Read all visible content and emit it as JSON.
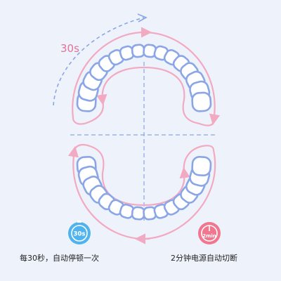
{
  "colors": {
    "background": "#eef3fb",
    "tooth_fill": "#ffffff",
    "tooth_stroke": "#8aa6e6",
    "brush_path": "#f2a9c2",
    "guide_line": "#8aa6e6",
    "timer_text": "#e0729a",
    "timer_icon": "#4fb4ee",
    "shutoff_icon": "#f0778f"
  },
  "diagram": {
    "quadrant_time_text": "30s",
    "teeth_per_quadrant": 8
  },
  "features": {
    "timer": {
      "icon": "stopwatch-icon",
      "icon_text": "30s",
      "label": "每30秒，自动停顿一次"
    },
    "auto_shutoff": {
      "icon": "power-timer-icon",
      "icon_text": "2min",
      "label": "2分钟电源自动切断"
    }
  }
}
